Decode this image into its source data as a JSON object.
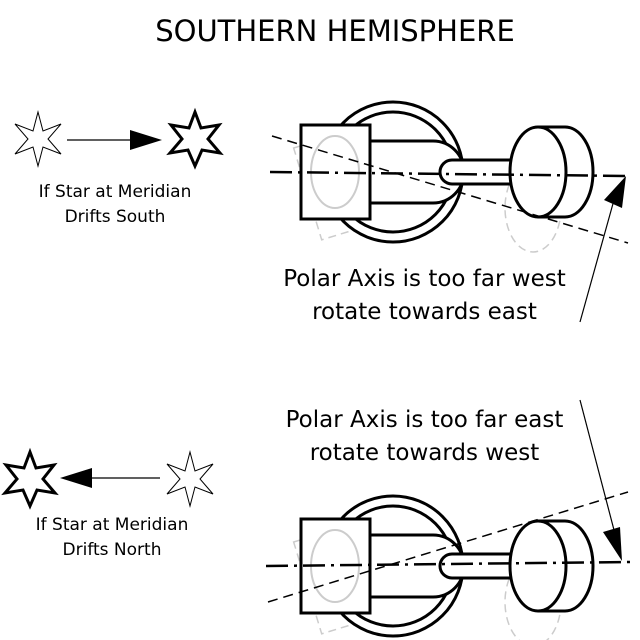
{
  "title": "SOUTHERN HEMISPHERE",
  "top": {
    "caption_line1": "If Star at Meridian",
    "caption_line2": "Drifts South",
    "note_line1": "Polar Axis is too far west",
    "note_line2": "rotate towards east"
  },
  "bottom": {
    "caption_line1": "If Star at Meridian",
    "caption_line2": "Drifts North",
    "note_line1": "Polar Axis is too far east",
    "note_line2": "rotate towards west"
  }
}
